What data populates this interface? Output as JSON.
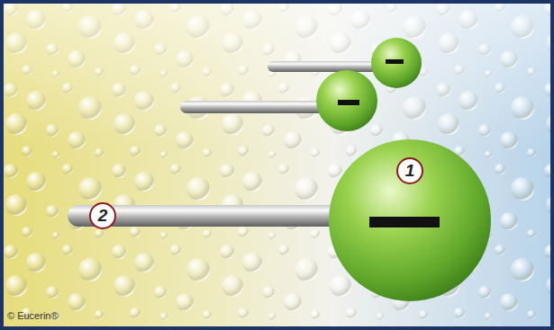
{
  "diagram": {
    "labels": [
      "1",
      "2",
      "© Eucerin®"
    ]
  }
}
